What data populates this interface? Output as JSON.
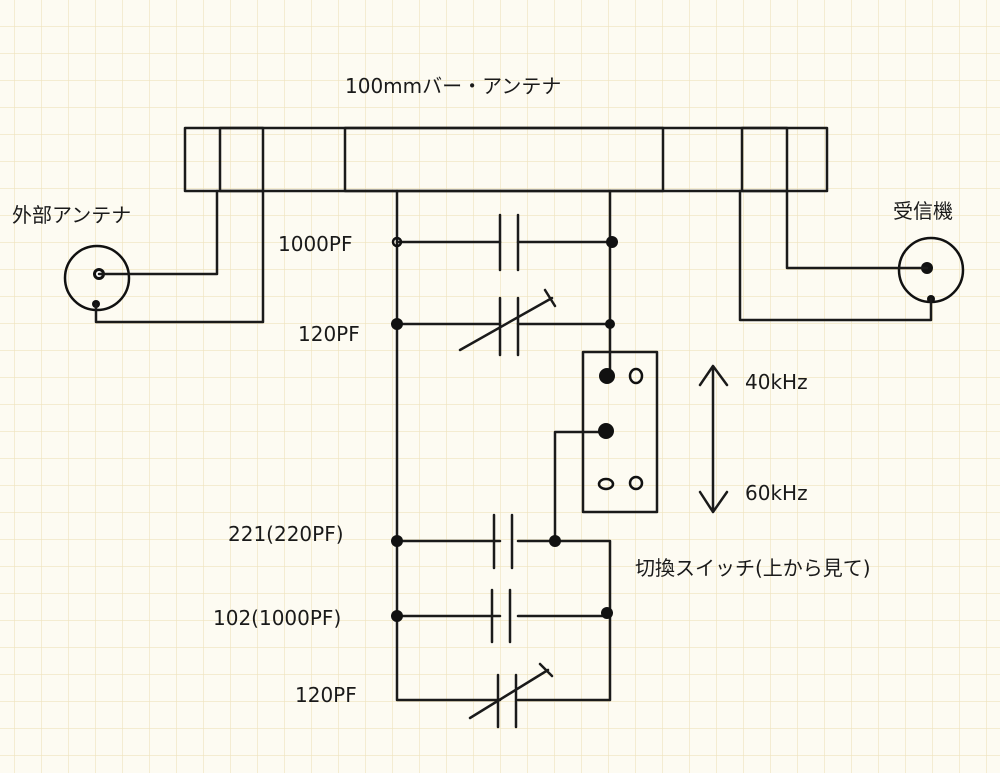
{
  "title": "100mmバー・アンテナ",
  "labels": {
    "external_antenna": "外部アンテナ",
    "receiver": "受信機",
    "cap_top_fixed": "1000PF",
    "cap_top_trimmer": "120PF",
    "freq_high": "40kHz",
    "freq_low": "60kHz",
    "cap_221": "221(220PF)",
    "switch": "切換スイッチ(上から見て)",
    "cap_102": "102(1000PF)",
    "cap_bottom_trimmer": "120PF"
  },
  "colors": {
    "paper": "#fdfbf2",
    "grid": "#efe2bd",
    "ink": "#1a1a1a"
  }
}
